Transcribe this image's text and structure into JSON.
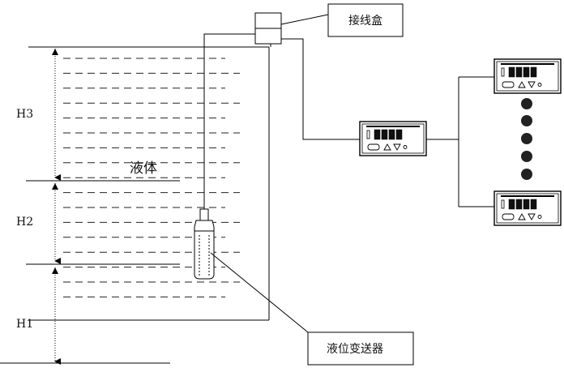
{
  "diagram": {
    "labels": {
      "h3": "H3",
      "h2": "H2",
      "h1": "H1",
      "liquid": "液体",
      "junction_box": "接线盒",
      "level_transmitter": "液位变送器"
    },
    "colors": {
      "line": "#000000",
      "dash": "#222222",
      "dot": "#222222",
      "display": "#111111",
      "background": "#ffffff"
    },
    "icons": {
      "controller": "digital-controller-icon",
      "transmitter": "submersible-probe-icon",
      "ellipsis": "vertical-dots-icon"
    }
  }
}
